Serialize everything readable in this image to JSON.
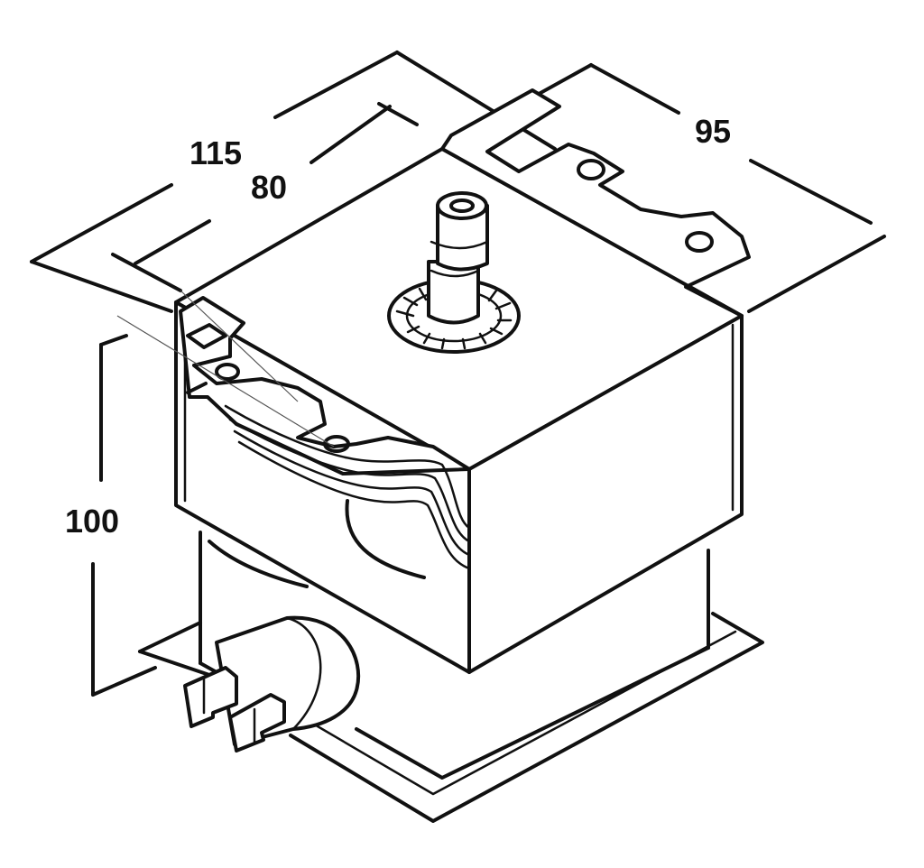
{
  "dimensions": {
    "d115": "115",
    "d80": "80",
    "d95": "95",
    "d100": "100"
  },
  "colors": {
    "line": "#111111",
    "background": "#ffffff"
  }
}
